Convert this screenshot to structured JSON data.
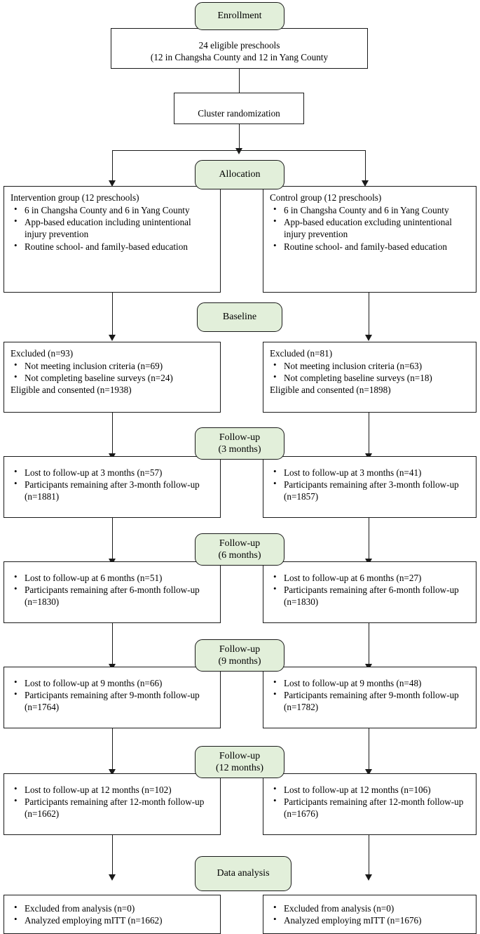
{
  "diagram": {
    "title": "CONSORT participant flow diagram",
    "colors": {
      "stage_fill": "#e2efda",
      "stroke": "#1a1a1a",
      "box_fill": "#ffffff"
    },
    "stages": {
      "enrollment": "Enrollment",
      "allocation": "Allocation",
      "baseline": "Baseline",
      "followup3_l1": "Follow-up",
      "followup3_l2": "(3 months)",
      "followup6_l1": "Follow-up",
      "followup6_l2": "(6 months)",
      "followup9_l1": "Follow-up",
      "followup9_l2": "(9 months)",
      "followup12_l1": "Follow-up",
      "followup12_l2": "(12 months)",
      "data_analysis": "Data analysis"
    },
    "enrollment_box": {
      "line1": "24 eligible preschools",
      "line2": "(12 in Changsha County and 12 in Yang County"
    },
    "randomization_box": {
      "label": "Cluster randomization"
    },
    "allocation": {
      "intervention": {
        "lead": "Intervention group (12 preschools)",
        "bullets": [
          "6 in Changsha County and 6 in Yang County",
          "App-based education including unintentional injury prevention",
          "Routine school- and family-based education"
        ]
      },
      "control": {
        "lead": "Control group (12 preschools)",
        "bullets": [
          "6 in Changsha County and 6 in Yang County",
          "App-based education excluding unintentional injury prevention",
          "Routine school- and family-based education"
        ]
      }
    },
    "baseline": {
      "intervention": {
        "lead": "Excluded (n=93)",
        "bullets": [
          "Not meeting inclusion criteria (n=69)",
          "Not completing baseline surveys (n=24)"
        ],
        "tail": "Eligible and consented (n=1938)"
      },
      "control": {
        "lead": "Excluded (n=81)",
        "bullets": [
          "Not meeting inclusion criteria (n=63)",
          "Not completing baseline surveys (n=18)"
        ],
        "tail": "Eligible and consented (n=1898)"
      }
    },
    "followup_3": {
      "intervention": [
        "Lost to follow-up at 3 months (n=57)",
        "Participants remaining after 3-month follow-up (n=1881)"
      ],
      "control": [
        "Lost to follow-up at 3 months (n=41)",
        "Participants remaining after 3-month follow-up (n=1857)"
      ]
    },
    "followup_6": {
      "intervention": [
        "Lost to follow-up at 6 months (n=51)",
        "Participants remaining after 6-month follow-up (n=1830)"
      ],
      "control": [
        "Lost to follow-up at 6 months (n=27)",
        "Participants remaining after 6-month follow-up (n=1830)"
      ]
    },
    "followup_9": {
      "intervention": [
        "Lost to follow-up at 9 months (n=66)",
        "Participants remaining after 9-month follow-up (n=1764)"
      ],
      "control": [
        "Lost to follow-up at 9 months (n=48)",
        "Participants remaining after 9-month follow-up (n=1782)"
      ]
    },
    "followup_12": {
      "intervention": [
        "Lost to follow-up at 12 months (n=102)",
        "Participants remaining after 12-month follow-up (n=1662)"
      ],
      "control": [
        "Lost to follow-up at 12 months (n=106)",
        "Participants remaining after 12-month follow-up (n=1676)"
      ]
    },
    "analysis": {
      "intervention": [
        "Excluded from analysis (n=0)",
        "Analyzed employing mITT (n=1662)"
      ],
      "control": [
        "Excluded from analysis (n=0)",
        "Analyzed employing mITT (n=1676)"
      ]
    }
  }
}
